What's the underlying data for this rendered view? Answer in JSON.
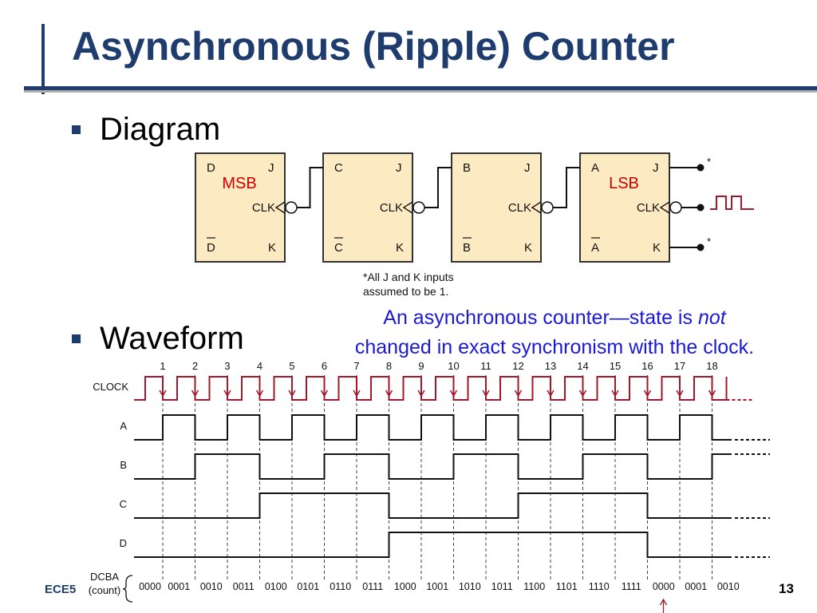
{
  "slide": {
    "title": "Asynchronous (Ripple) Counter",
    "bullets": [
      {
        "text": "Diagram"
      },
      {
        "text": "Waveform"
      }
    ],
    "note": {
      "line1": "An asynchronous counter—state is ",
      "emphasis": "not",
      "line2": "changed in exact synchronism with the clock."
    },
    "footer": "ECE5",
    "page_number": "13"
  },
  "circuit": {
    "flipflops": [
      {
        "q": "D",
        "qbar": "D",
        "j": "J",
        "k": "K",
        "clk": "CLK",
        "tag": "MSB"
      },
      {
        "q": "C",
        "qbar": "C",
        "j": "J",
        "k": "K",
        "clk": "CLK",
        "tag": ""
      },
      {
        "q": "B",
        "qbar": "B",
        "j": "J",
        "k": "K",
        "clk": "CLK",
        "tag": ""
      },
      {
        "q": "A",
        "qbar": "A",
        "j": "J",
        "k": "K",
        "clk": "CLK",
        "tag": "LSB"
      }
    ],
    "note_line1": "*All J and K inputs",
    "note_line2": "assumed to be 1.",
    "input_mark": "*",
    "colors": {
      "tag": "#CC0000",
      "box_fill": "#FCEBC2",
      "box_stroke": "#333333"
    }
  },
  "waveform": {
    "clock_label": "CLOCK",
    "pulse_numbers": [
      "1",
      "2",
      "3",
      "4",
      "5",
      "6",
      "7",
      "8",
      "9",
      "10",
      "11",
      "12",
      "13",
      "14",
      "15",
      "16",
      "17",
      "18"
    ],
    "signals": [
      {
        "name": "A",
        "period_pulses": 1
      },
      {
        "name": "B",
        "period_pulses": 2
      },
      {
        "name": "C",
        "period_pulses": 4
      },
      {
        "name": "D",
        "period_pulses": 8
      }
    ],
    "count_label_line1": "DCBA",
    "count_label_line2": "(count)",
    "counts": [
      "0000",
      "0001",
      "0010",
      "0011",
      "0100",
      "0101",
      "0110",
      "0111",
      "1000",
      "1001",
      "1010",
      "1011",
      "1100",
      "1101",
      "1110",
      "1111",
      "0000",
      "0001",
      "0010"
    ],
    "colors": {
      "clock": "#A0182A",
      "signal": "#111111",
      "arrow": "#A0182A"
    }
  }
}
